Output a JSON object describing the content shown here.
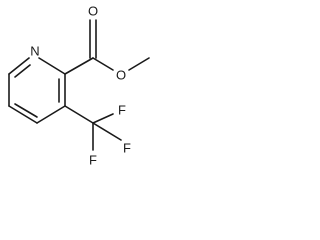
{
  "structure": {
    "atoms": {
      "ring_nitrogen": "N",
      "carbonyl_oxygen": "O",
      "ester_oxygen": "O",
      "fluorine_1": "F",
      "fluorine_2": "F",
      "fluorine_3": "F"
    }
  }
}
